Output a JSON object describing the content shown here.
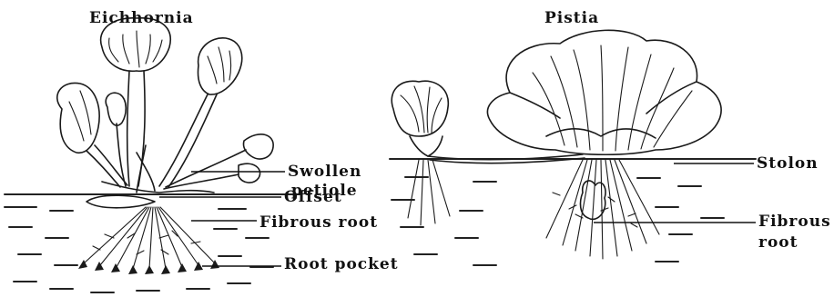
{
  "figure": {
    "eichhornia": {
      "title": "Eichhornia",
      "labels": {
        "swollen_petiole_1": "Swollen",
        "swollen_petiole_2": "petiole",
        "offset": "Offset",
        "fibrous_root": "Fibrous root",
        "root_pocket": "Root pocket"
      }
    },
    "pistia": {
      "title": "Pistia",
      "labels": {
        "stolon": "Stolon",
        "fibrous_root_1": "Fibrous",
        "fibrous_root_2": "root"
      }
    }
  }
}
